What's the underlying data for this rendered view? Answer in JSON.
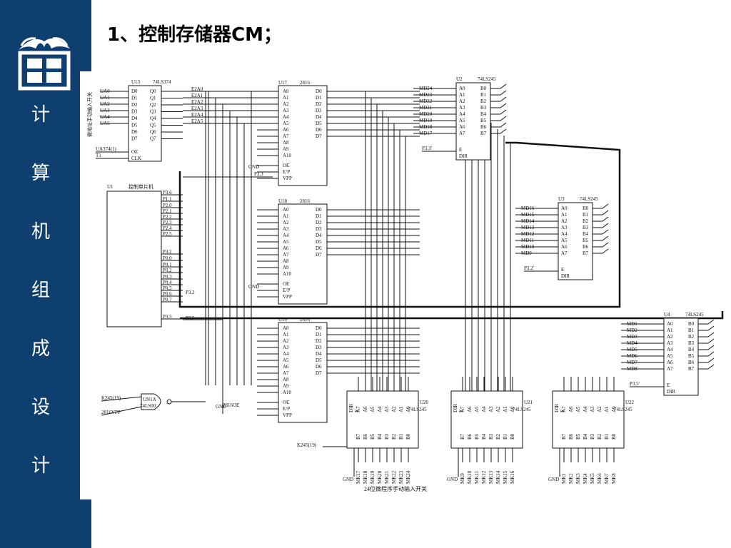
{
  "slide": {
    "title": "1、控制存储器CM；",
    "vertical_title": [
      "计",
      "算",
      "机",
      "组",
      "成",
      "设",
      "计"
    ]
  },
  "colors": {
    "sidebar": "#0f3f6e",
    "title_text": "#ffffff"
  },
  "icons": {
    "logo": "university-seal-icon"
  },
  "schematic": {
    "chips": [
      {
        "id": "u13",
        "label": "U13",
        "type": "74LS374",
        "left_pins": [
          "D0",
          "D1",
          "D2",
          "D3",
          "D4",
          "D5",
          "D6",
          "D7"
        ],
        "right_pins": [
          "Q0",
          "Q1",
          "Q2",
          "Q3",
          "Q4",
          "Q5",
          "Q6",
          "Q7"
        ],
        "bottom": [
          "OE",
          "CLK"
        ]
      },
      {
        "id": "u1",
        "label": "U1",
        "type": "控制单片机"
      },
      {
        "id": "u17",
        "label": "U17",
        "type": "2816"
      },
      {
        "id": "u18",
        "label": "U18",
        "type": "2816"
      },
      {
        "id": "u19",
        "label": "U19",
        "type": "2816"
      },
      {
        "id": "u2",
        "label": "U2",
        "type": "74LS245"
      },
      {
        "id": "u3",
        "label": "U3",
        "type": "74LS245"
      },
      {
        "id": "u4",
        "label": "U4",
        "type": "74LS245"
      },
      {
        "id": "u20",
        "label": "U20",
        "type": "74LS245"
      },
      {
        "id": "u21",
        "label": "U21",
        "type": "74LS245"
      },
      {
        "id": "u22",
        "label": "U22",
        "type": "74LS245"
      },
      {
        "id": "un1a",
        "label": "UN1A",
        "type": "74LS00"
      }
    ],
    "eeprom_left_pins": [
      "A0",
      "A1",
      "A2",
      "A3",
      "A4",
      "A5",
      "A6",
      "A7",
      "A8",
      "A9",
      "A10"
    ],
    "eeprom_right_pins": [
      "D0",
      "D1",
      "D2",
      "D3",
      "D4",
      "D5",
      "D6",
      "D7"
    ],
    "eeprom_ctrl_pins": [
      "OE",
      "E/P",
      "VPP"
    ],
    "buf_left_pins": [
      "A0",
      "A1",
      "A2",
      "A3",
      "A4",
      "A5",
      "A6",
      "A7"
    ],
    "buf_right_pins": [
      "B0",
      "B1",
      "B2",
      "B3",
      "B4",
      "B5",
      "B6",
      "B7"
    ],
    "u13_inputs": [
      "UA0",
      "UA1",
      "UA2",
      "UA3",
      "UA4",
      "UA5"
    ],
    "u13_outputs": [
      "E2A0",
      "E2A1",
      "E2A2",
      "E2A3",
      "E2A4",
      "E2A5"
    ],
    "u1_ports": [
      "P3.6",
      "P1.1",
      "P2.0",
      "P2.1",
      "P2.2",
      "P2.3",
      "P2.4",
      "P2.5",
      "P3.2",
      "P0.0",
      "P0.1",
      "P0.2",
      "P0.3",
      "P0.4",
      "P0.5",
      "P0.6",
      "P0.7",
      "P3.5"
    ],
    "md_u2": [
      "MD24",
      "MD23",
      "MD22",
      "MD21",
      "MD20",
      "MD19",
      "MD18",
      "MD17"
    ],
    "md_u3": [
      "MD16",
      "MD15",
      "MD14",
      "MD13",
      "MD12",
      "MD11",
      "MD10",
      "MD9"
    ],
    "md_u4": [
      "MD1",
      "MD2",
      "MD3",
      "MD4",
      "MD5",
      "MD6",
      "MD7",
      "MD8"
    ],
    "mk_u20": [
      "MK24",
      "MK23",
      "MK22",
      "MK21",
      "MK20",
      "MK19",
      "MK18",
      "MK17"
    ],
    "mk_u21": [
      "MK16",
      "MK15",
      "MK14",
      "MK13",
      "MK12",
      "MK11",
      "MK10",
      "MK9"
    ],
    "mk_u22": [
      "MK8",
      "MK7",
      "MK6",
      "MK5",
      "MK4",
      "MK3",
      "MK2",
      "MK1"
    ],
    "net_labels": {
      "u374_clk": "UA374(1)",
      "t1": "T1",
      "p33": "P3.3",
      "p32": "P3.2",
      "p35": "P3.5",
      "gnd": "GND",
      "k245": "K245(19)",
      "vpp": "2816VPP",
      "oe2816": "2816OE",
      "p33b": "P3.3'",
      "p32b": "P3.2'",
      "p35b": "P3.5'",
      "side_note": "微地址手动输入开关",
      "dir": "DIR",
      "e": "E"
    },
    "caption": "24位微程序手动输入开关"
  }
}
